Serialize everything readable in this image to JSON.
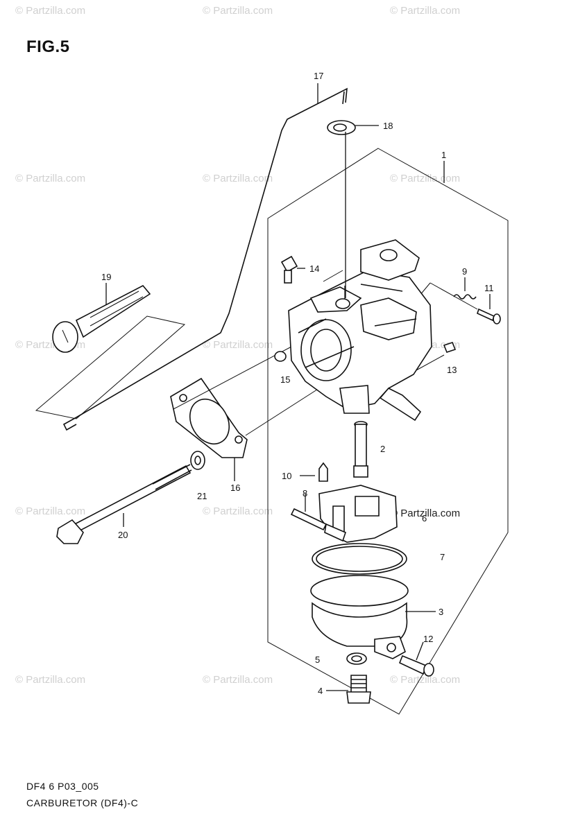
{
  "figure_title": "FIG.5",
  "footer": {
    "code": "DF4 6 P03_005",
    "caption": "CARBURETOR (DF4)-C"
  },
  "watermark": "© Partzilla.com",
  "callouts": {
    "c1": "1",
    "c2": "2",
    "c3": "3",
    "c4": "4",
    "c5": "5",
    "c6": "6",
    "c7": "7",
    "c8": "8",
    "c9": "9",
    "c10": "10",
    "c11": "11",
    "c12": "12",
    "c13": "13",
    "c14": "14",
    "c15": "15",
    "c16": "16",
    "c17": "17",
    "c18": "18",
    "c19": "19",
    "c20": "20",
    "c21": "21"
  }
}
